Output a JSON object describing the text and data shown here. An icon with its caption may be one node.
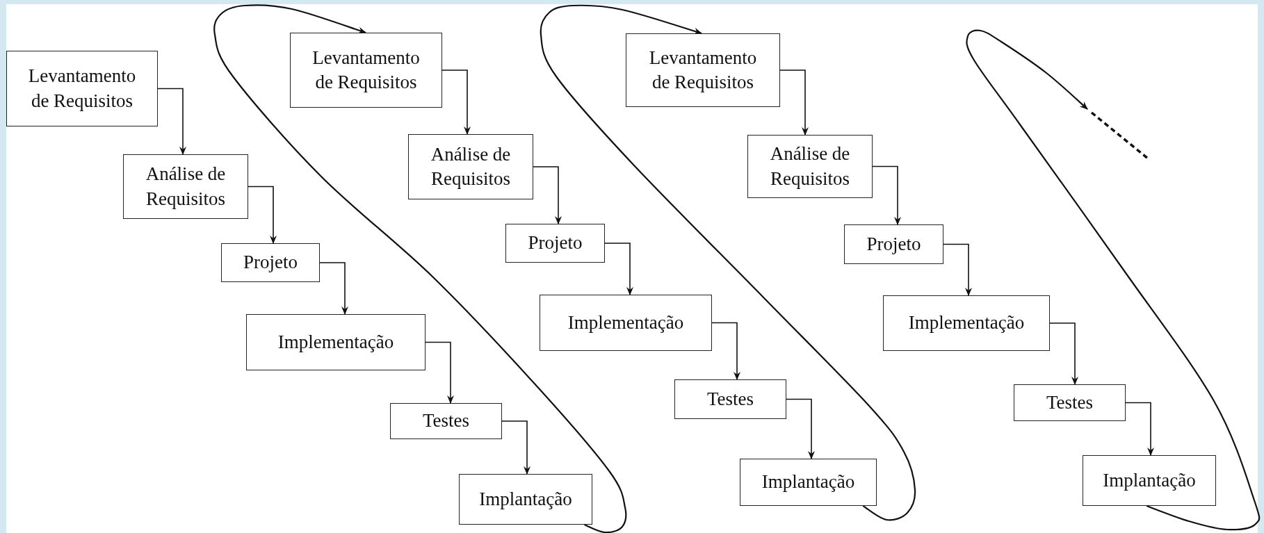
{
  "diagram": {
    "nodes": [
      {
        "text": [
          "Levantamento de Requisitos"
        ]
      },
      {
        "text": [
          "Análise de Requisitos"
        ]
      },
      {
        "text": [
          "Projeto"
        ]
      },
      {
        "text": [
          "Implementação"
        ]
      },
      {
        "text": [
          "Testes"
        ]
      },
      {
        "text": [
          "Implantação"
        ]
      },
      {
        "text": [
          "Levantamento de Requisitos"
        ]
      },
      {
        "text": [
          "Análise de Requisitos"
        ]
      },
      {
        "text": [
          "Projeto"
        ]
      },
      {
        "text": [
          "Implementação"
        ]
      },
      {
        "text": [
          "Testes"
        ]
      },
      {
        "text": [
          "Implantação"
        ]
      },
      {
        "text": [
          "Levantamento de Requisitos"
        ]
      },
      {
        "text": [
          "Análise de Requisitos"
        ]
      },
      {
        "text": [
          "Projeto"
        ]
      },
      {
        "text": [
          "Implementação"
        ]
      },
      {
        "text": [
          "Testes"
        ]
      },
      {
        "text": [
          "Implantação"
        ]
      }
    ],
    "edges": [
      {
        "from": 0,
        "to": 1,
        "arrow": "to"
      },
      {
        "from": 1,
        "to": 2,
        "arrow": "to"
      },
      {
        "from": 2,
        "to": 3,
        "arrow": "to"
      },
      {
        "from": 3,
        "to": 4,
        "arrow": "to"
      },
      {
        "from": 4,
        "to": 5,
        "arrow": "to"
      },
      {
        "from": 6,
        "to": 7,
        "arrow": "to"
      },
      {
        "from": 7,
        "to": 8,
        "arrow": "to"
      },
      {
        "from": 8,
        "to": 9,
        "arrow": "to"
      },
      {
        "from": 9,
        "to": 10,
        "arrow": "to"
      },
      {
        "from": 10,
        "to": 11,
        "arrow": "to"
      },
      {
        "from": 12,
        "to": 13,
        "arrow": "to"
      },
      {
        "from": 13,
        "to": 14,
        "arrow": "to"
      },
      {
        "from": 14,
        "to": 15,
        "arrow": "to"
      },
      {
        "from": 15,
        "to": 16,
        "arrow": "to"
      },
      {
        "from": 16,
        "to": 17,
        "arrow": "to"
      },
      {
        "from": 5,
        "to": 6,
        "arrow": "to"
      },
      {
        "from": 11,
        "to": 12,
        "arrow": "to"
      },
      {
        "from": 17,
        "to": null,
        "arrow": "to"
      }
    ]
  }
}
